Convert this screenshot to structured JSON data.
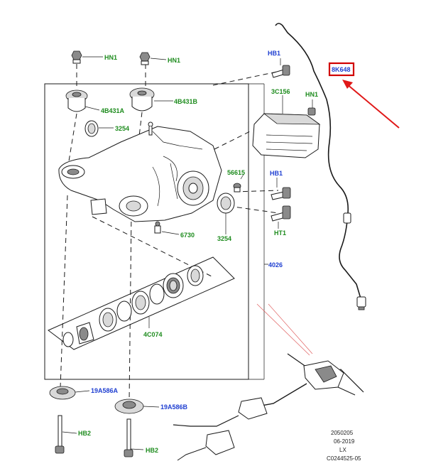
{
  "labels": {
    "hn1_a": "HN1",
    "hn1_b": "HN1",
    "hn1_c": "HN1",
    "hb1_top": "HB1",
    "hb1_mid": "HB1",
    "ht1": "HT1",
    "mount_a": "4B431A",
    "mount_b": "4B431B",
    "seal_top": "3254",
    "seal_right": "3254",
    "module": "3C156",
    "plug": "56615",
    "breather": "6730",
    "assembly": "4026",
    "bearing_kit": "4C074",
    "bush_a": "19A586A",
    "bush_b": "19A586B",
    "hb2_a": "HB2",
    "hb2_b": "HB2",
    "highlighted_part": "8K648"
  },
  "reference": {
    "code": "2050205",
    "date": "06-2019",
    "model": "LX",
    "illustration": "C0244525-05"
  },
  "colors": {
    "label_green": "#1e8c1e",
    "label_blue": "#1f3fd1",
    "highlight_box": "#d10000",
    "callout_arrow": "#e01818"
  }
}
